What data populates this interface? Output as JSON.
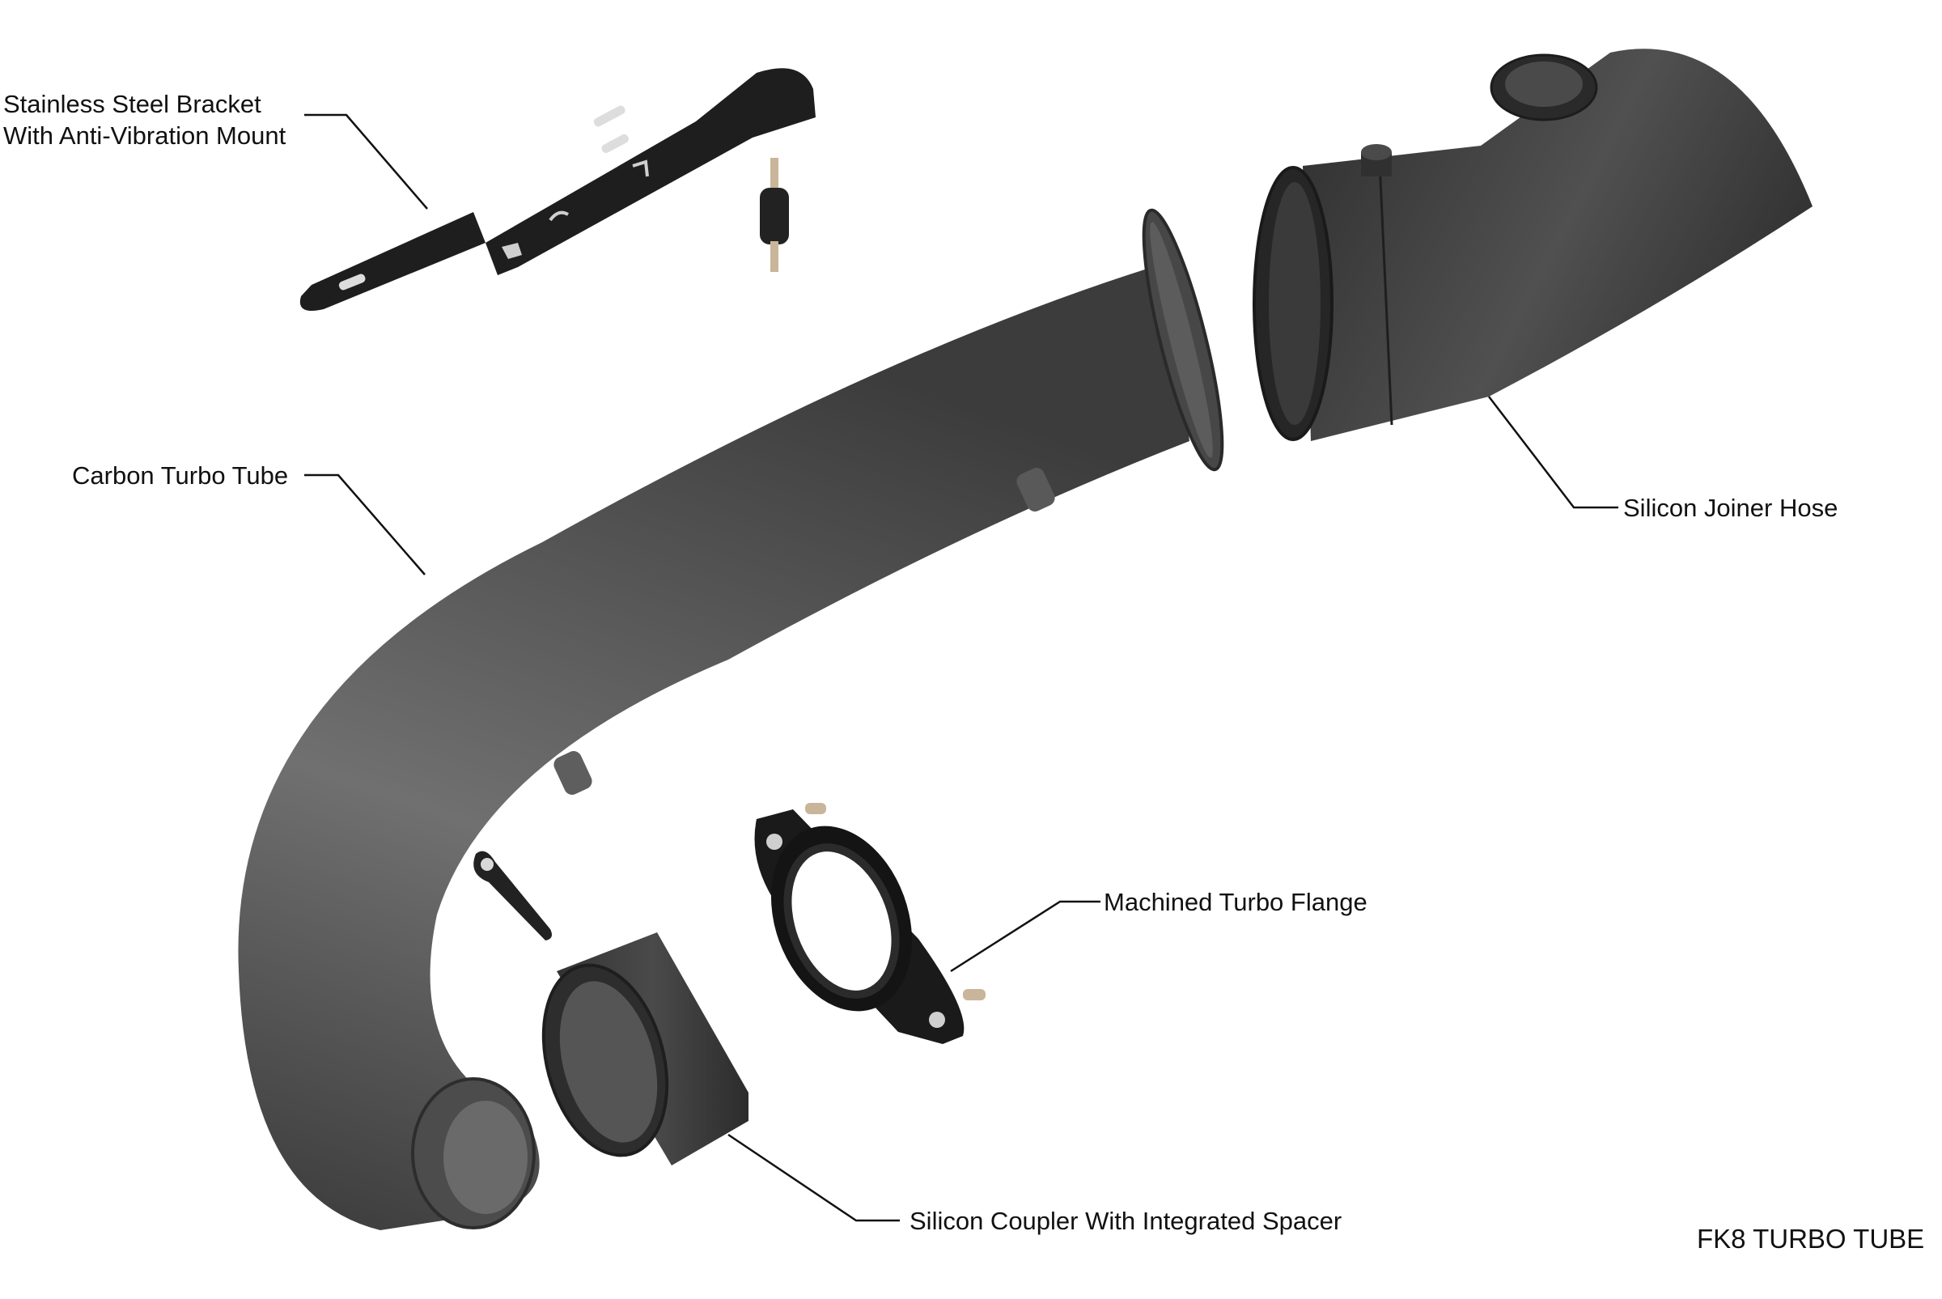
{
  "diagram": {
    "caption": "FK8 TURBO TUBE",
    "colors": {
      "part": "#5a5a5a",
      "part_dark": "#2a2a2a",
      "part_black": "#1b1b1b",
      "leader": "#111111",
      "background": "#ffffff"
    },
    "labels": [
      {
        "id": "bracket",
        "text": "Stainless Steel Bracket\nWith Anti-Vibration Mount"
      },
      {
        "id": "tube",
        "text": "Carbon Turbo Tube"
      },
      {
        "id": "hose",
        "text": "Silicon Joiner Hose"
      },
      {
        "id": "flange",
        "text": "Machined Turbo Flange"
      },
      {
        "id": "coupler",
        "text": "Silicon Coupler With Integrated Spacer"
      }
    ]
  }
}
